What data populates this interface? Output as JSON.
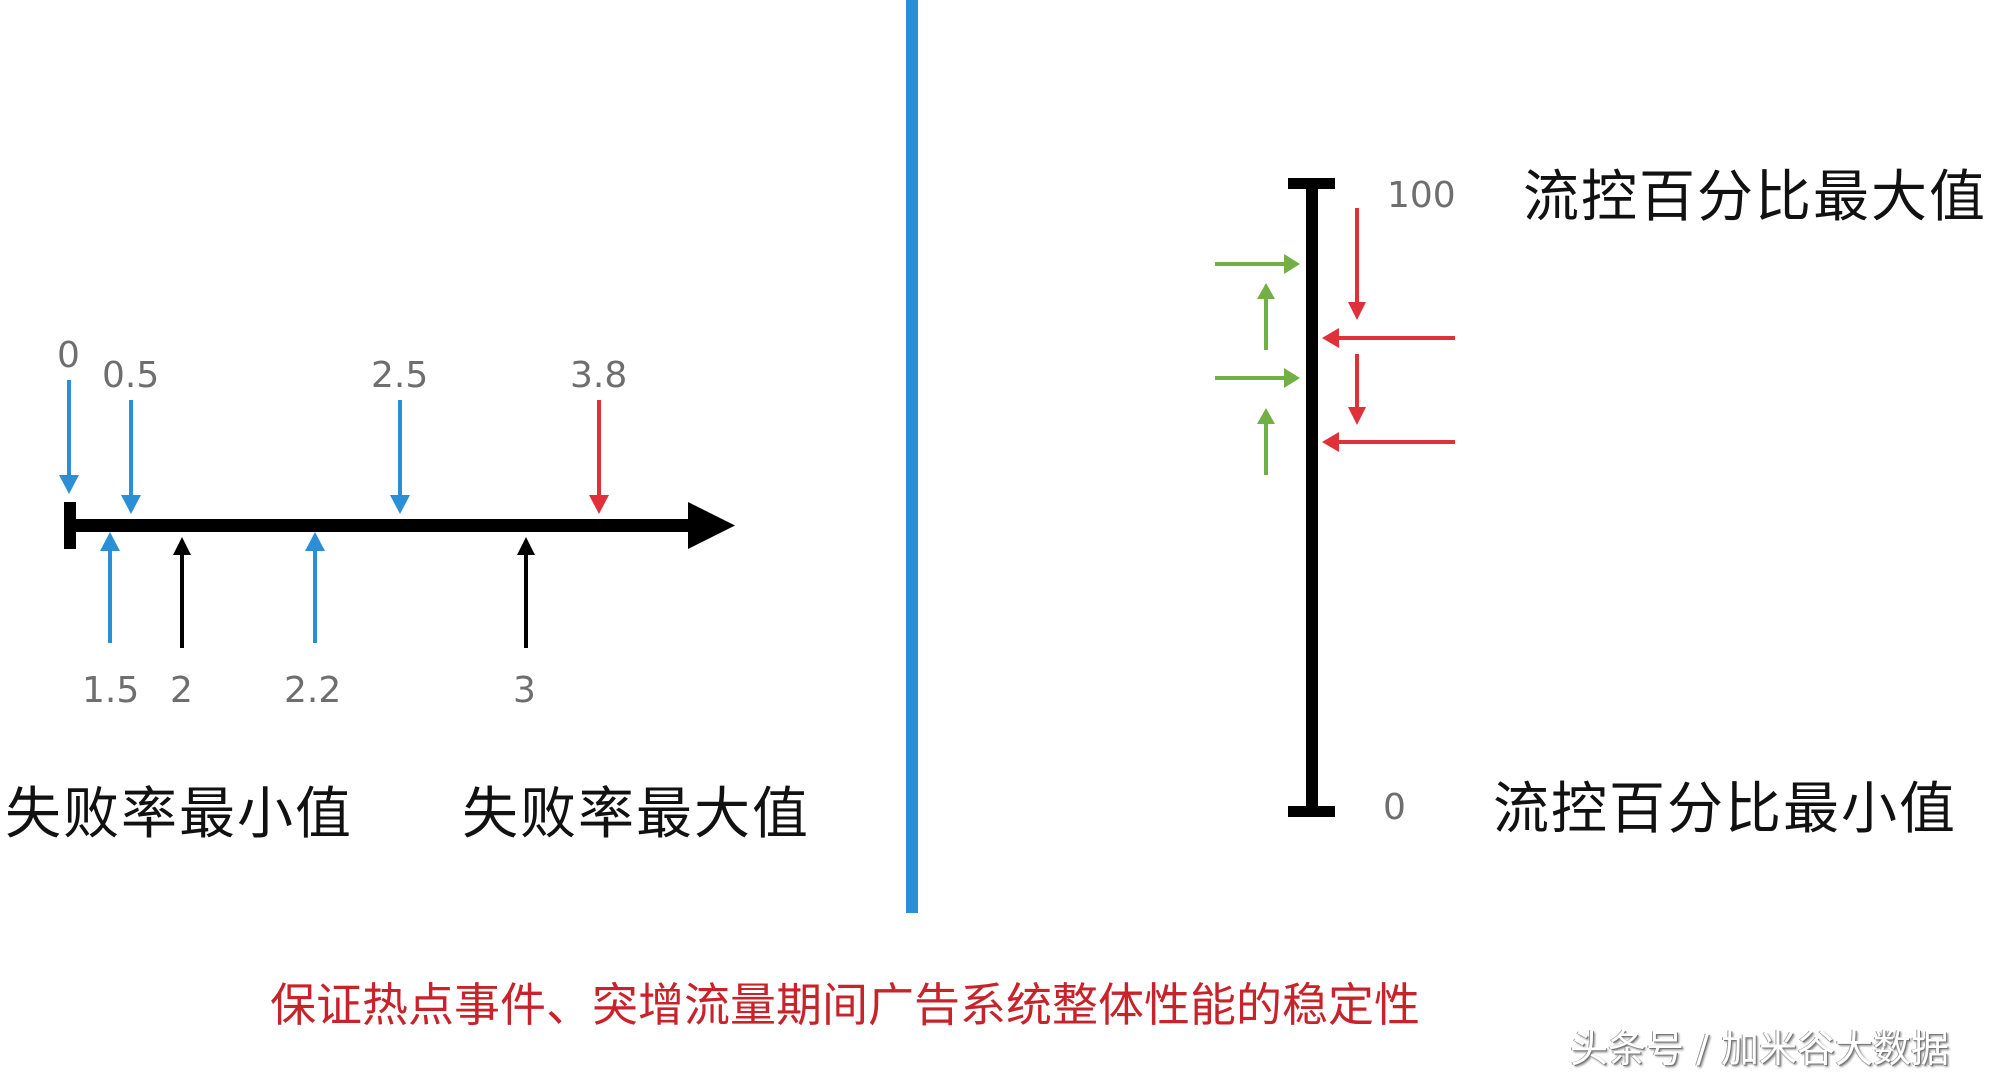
{
  "colors": {
    "blue": "#2a8fd6",
    "red": "#e0303a",
    "green": "#72b045",
    "black": "#000000",
    "label_gray": "#6e6e6e",
    "footer_red": "#c8232a"
  },
  "left_panel": {
    "axis_type": "horizontal-number-line",
    "top_labels": [
      {
        "text": "0",
        "arrow_color": "blue"
      },
      {
        "text": "0.5",
        "arrow_color": "blue"
      },
      {
        "text": "2.5",
        "arrow_color": "blue"
      },
      {
        "text": "3.8",
        "arrow_color": "red"
      }
    ],
    "bottom_labels": [
      {
        "text": "1.5",
        "arrow_color": "blue"
      },
      {
        "text": "2",
        "arrow_color": "black"
      },
      {
        "text": "2.2",
        "arrow_color": "blue"
      },
      {
        "text": "3",
        "arrow_color": "black"
      }
    ],
    "min_caption": "失败率最小值",
    "max_caption": "失败率最大值"
  },
  "right_panel": {
    "axis_type": "vertical-scale",
    "top_value": "100",
    "bottom_value": "0",
    "max_caption": "流控百分比最大值",
    "min_caption": "流控百分比最小值",
    "green_arrows": "right-then-up step pattern (increase)",
    "red_arrows": "down-then-left step pattern (decrease)"
  },
  "footer": {
    "caption": "保证热点事件、突增流量期间广告系统整体性能的稳定性"
  },
  "watermark": {
    "text": "头条号 / 加米谷大数据"
  }
}
